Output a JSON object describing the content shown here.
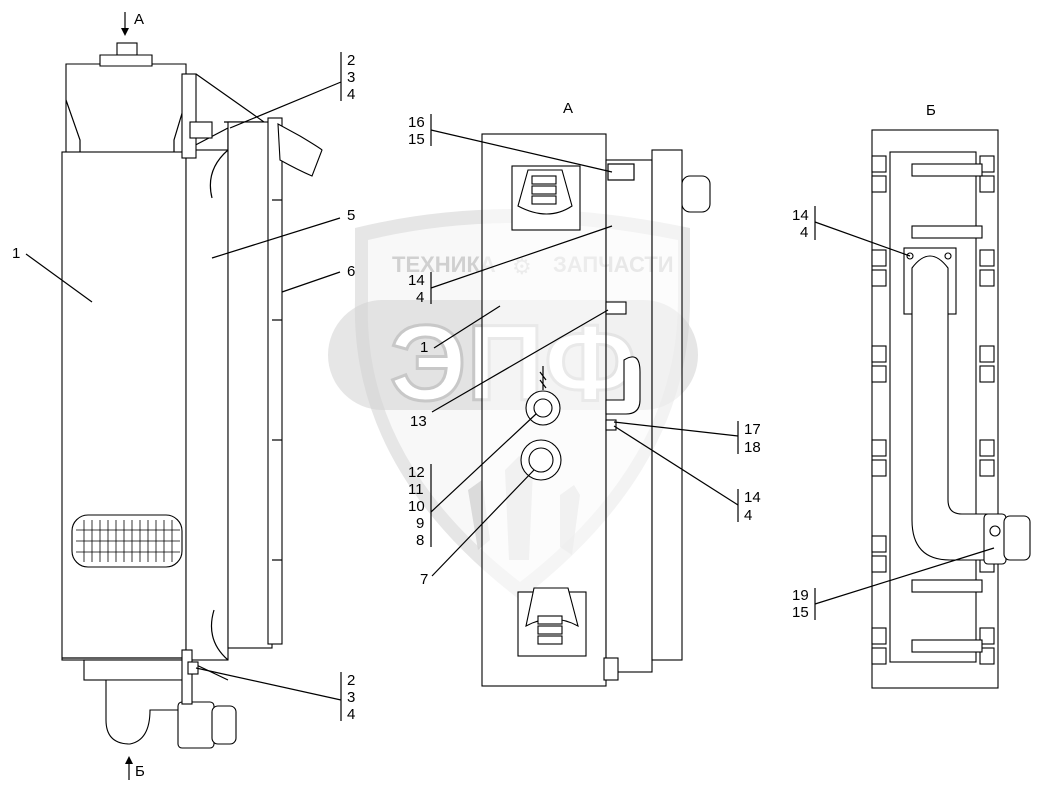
{
  "watermark": {
    "top_text_left": "ТЕХНИКА",
    "top_text_right": "ЗАПЧАСТИ",
    "logo_letters": "ЭПФ"
  },
  "view_titles": {
    "view_a": "А",
    "view_b": "Б"
  },
  "view_arrows": {
    "top": "А",
    "bottom": "Б"
  },
  "left_view_callouts": {
    "part_1": "1",
    "part_5": "5",
    "part_6": "6",
    "top_group": [
      "2",
      "3",
      "4"
    ],
    "bottom_group": [
      "2",
      "3",
      "4"
    ]
  },
  "view_a_callouts": {
    "group_16_15": [
      "16",
      "15"
    ],
    "group_14_4_left": [
      "14",
      "4"
    ],
    "part_1": "1",
    "part_13": "13",
    "group_12_8": [
      "12",
      "11",
      "10",
      "9",
      "8"
    ],
    "part_7": "7",
    "group_17_18": [
      "17",
      "18"
    ],
    "group_14_4_right": [
      "14",
      "4"
    ]
  },
  "view_b_callouts": {
    "group_14_4": [
      "14",
      "4"
    ],
    "group_19_15": [
      "19",
      "15"
    ]
  }
}
